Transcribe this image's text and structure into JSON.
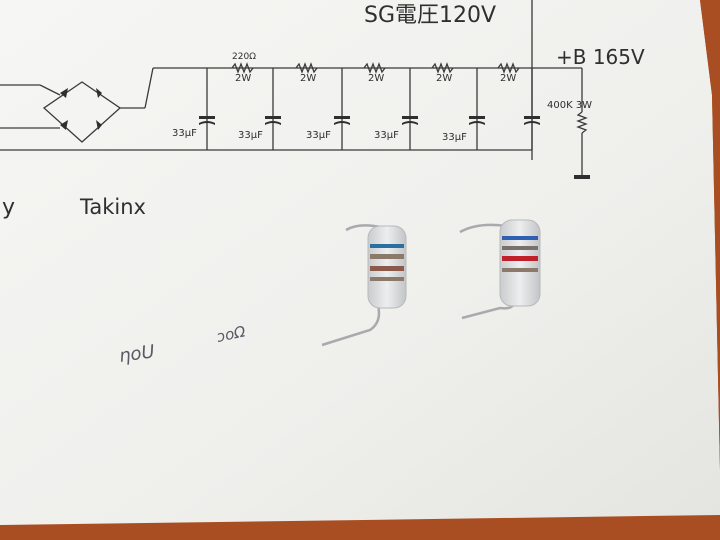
{
  "schematic": {
    "sg_voltage": "SG電圧120V",
    "b_plus": "+B  165V",
    "resistor_220": "220Ω",
    "resistor_2w": "2W",
    "cap_33uf": "33μF",
    "bleeder": "400K 3W",
    "maker_partial": "y",
    "maker": "Takinx"
  },
  "handwriting": {
    "note_1": "ηoU",
    "note_2": "ɔoΩ"
  },
  "resistors": [
    {
      "name": "left-resistor",
      "bands": [
        "#2a6f9e",
        "#8b7a6a",
        "#8b5a4a",
        "#8b7a6a"
      ]
    },
    {
      "name": "right-resistor",
      "bands": [
        "#2f5fb0",
        "#7a6f6a",
        "#c0202a",
        "#8b7a6a"
      ]
    }
  ],
  "colors": {
    "paper": "#f4f4f2",
    "table_edge": "#a94e22",
    "ink": "#3a3a3a"
  }
}
